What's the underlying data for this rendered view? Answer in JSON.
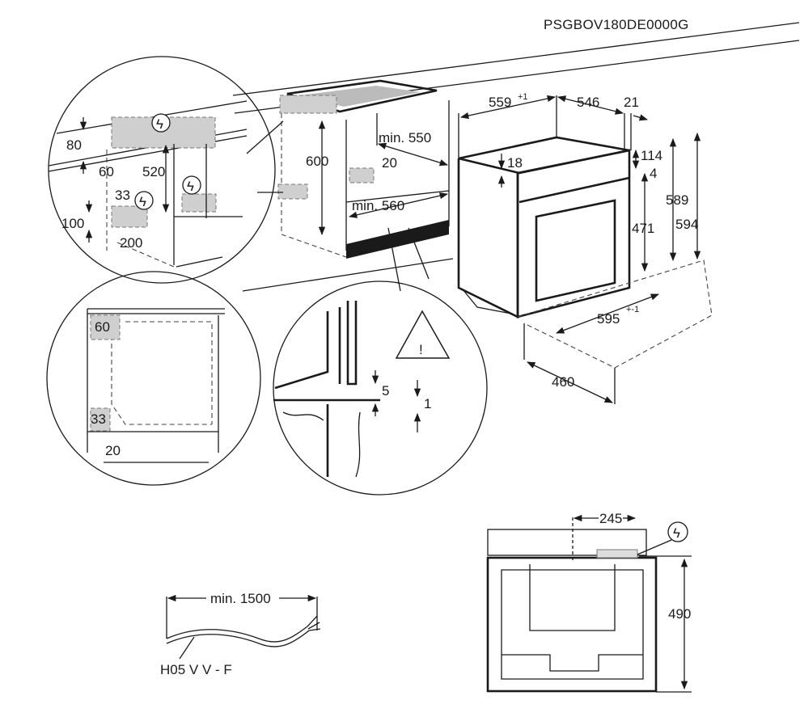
{
  "model_code": "PSGBOV180DE0000G",
  "icons": {
    "electric": "lightning-circle-icon",
    "warning": "warning-triangle-icon"
  },
  "detail_top_left": {
    "d80": "80",
    "d60": "60",
    "d520": "520",
    "d33": "33",
    "d100": "100",
    "d200": "200",
    "symbol": "ϟ"
  },
  "cabinet": {
    "d600": "600",
    "min550": "min. 550",
    "d20": "20",
    "min560": "min. 560"
  },
  "oven": {
    "d559": "559",
    "d559_tol": "+1",
    "d546": "546",
    "d21": "21",
    "d18": "18",
    "d114": "114",
    "d4": "4",
    "d471": "471",
    "d589": "589",
    "d594": "594",
    "d595": "595",
    "d595_tol": "+-1",
    "d460": "460"
  },
  "detail_bottom_left": {
    "d60": "60",
    "d33": "33",
    "d20": "20"
  },
  "detail_middle": {
    "d5": "5",
    "d1": "1",
    "warning": "!"
  },
  "cable": {
    "length": "min. 1500",
    "type": "H05 V V - F"
  },
  "front_view": {
    "d245": "245",
    "d490": "490"
  }
}
